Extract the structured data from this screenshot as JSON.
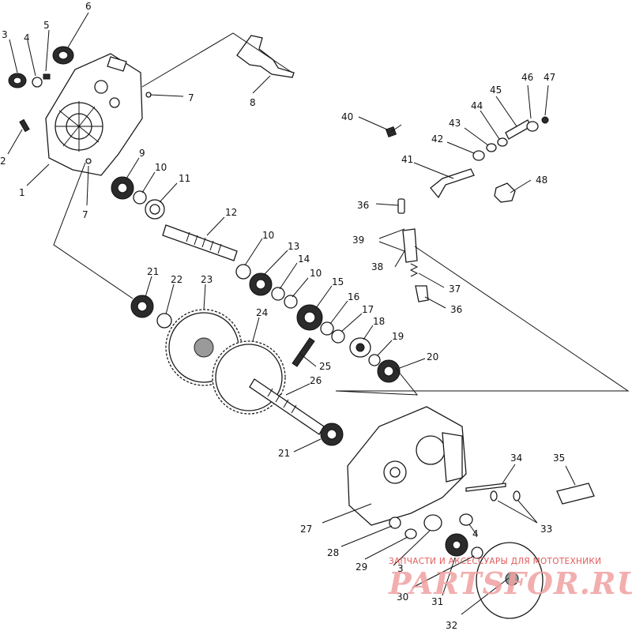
{
  "diagram": {
    "callouts": [
      "1",
      "2",
      "3",
      "4",
      "5",
      "6",
      "7",
      "8",
      "9",
      "10",
      "11",
      "12",
      "13",
      "14",
      "15",
      "16",
      "17",
      "18",
      "19",
      "20",
      "21",
      "22",
      "23",
      "24",
      "25",
      "26",
      "27",
      "28",
      "29",
      "30",
      "31",
      "32",
      "33",
      "34",
      "35",
      "36",
      "37",
      "38",
      "39",
      "40",
      "41",
      "42",
      "43",
      "44",
      "45",
      "46",
      "47",
      "48"
    ]
  },
  "watermark": {
    "caption": "ЗАПЧАСТИ И АКСЕССУАРЫ ДЛЯ МОТОТЕХНИКИ",
    "logo": "PARTSFOR.RU"
  }
}
